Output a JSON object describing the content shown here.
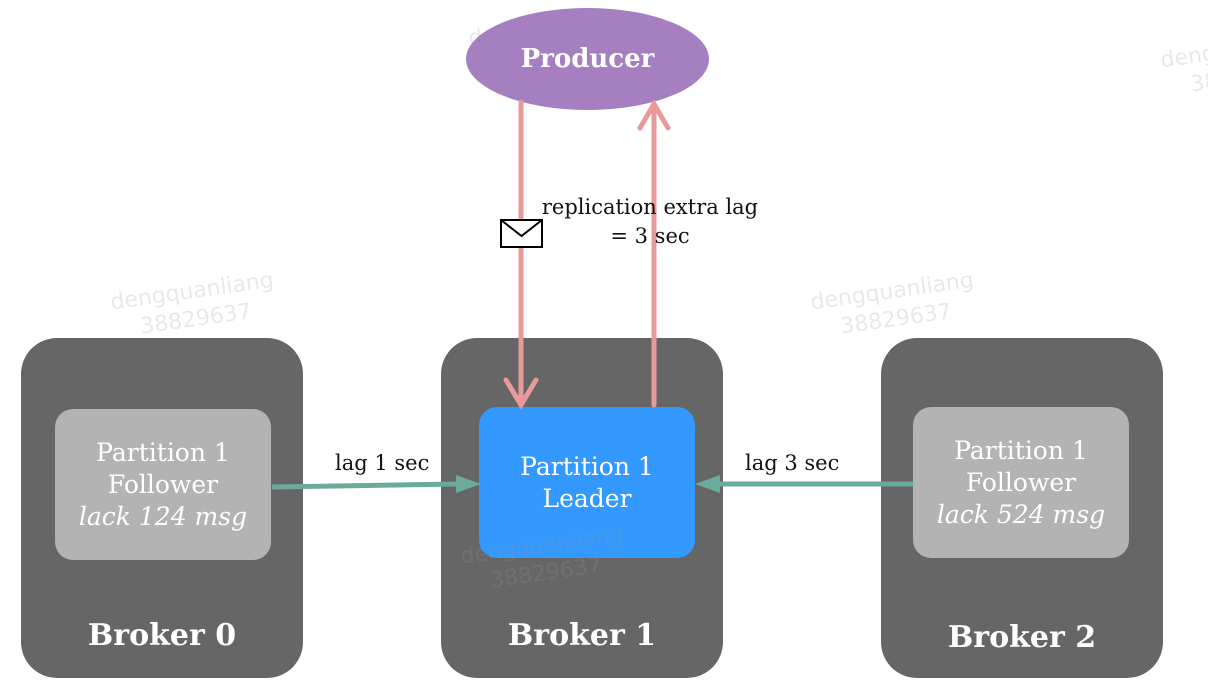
{
  "producer": {
    "label": "Producer"
  },
  "note": {
    "line1": "replication extra lag",
    "line2": "= 3 sec"
  },
  "brokers": [
    {
      "label": "Broker 0",
      "partition": {
        "line1": "Partition 1",
        "line2": "Follower",
        "line3": "lack 124 msg"
      }
    },
    {
      "label": "Broker 1",
      "partition": {
        "line1": "Partition 1",
        "line2": "Leader"
      }
    },
    {
      "label": "Broker 2",
      "partition": {
        "line1": "Partition 1",
        "line2": "Follower",
        "line3": "lack 524 msg"
      }
    }
  ],
  "edges": {
    "left_lag": "lag 1 sec",
    "right_lag": "lag 3 sec"
  },
  "watermark": {
    "name": "dengquanliang",
    "id": "38829637"
  },
  "colors": {
    "broker": "#666666",
    "follower": "#b3b3b3",
    "leader": "#3399ff",
    "producer": "#a57fc0",
    "produce_arrow": "#e89a9a",
    "replication_arrow": "#6aab9c"
  },
  "icons": {
    "message": "envelope-icon"
  }
}
